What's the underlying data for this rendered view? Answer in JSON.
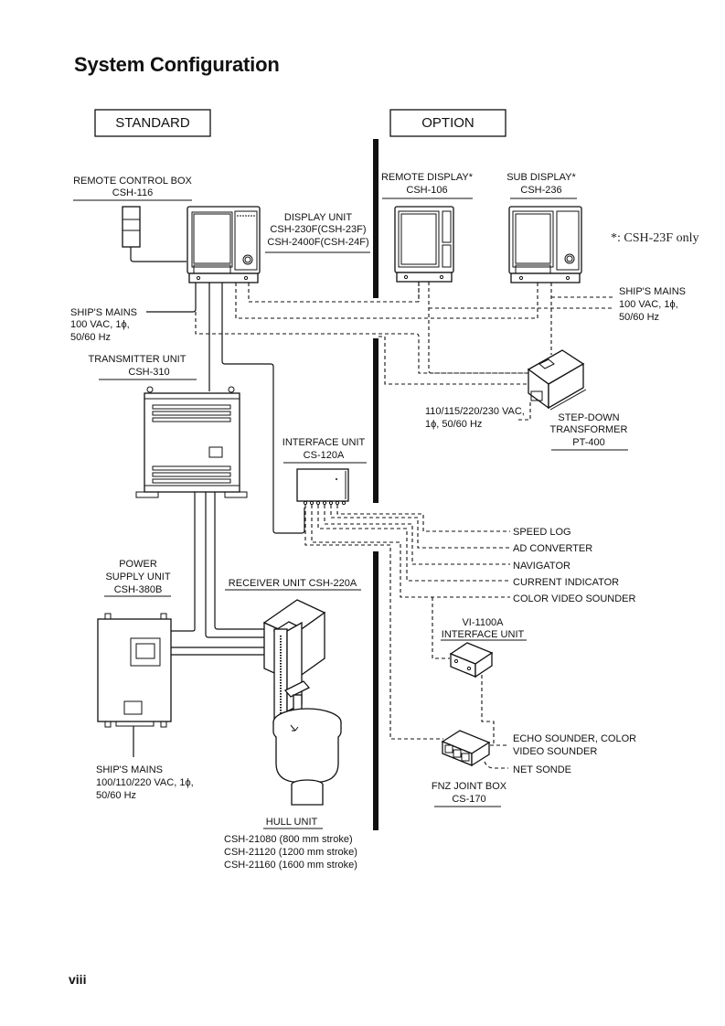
{
  "page": {
    "title": "System Configuration",
    "page_number": "viii"
  },
  "sections": {
    "standard": "STANDARD",
    "option": "OPTION"
  },
  "footnote": "*: CSH-23F only",
  "units": {
    "remote_control_box": {
      "name": "REMOTE CONTROL BOX",
      "model": "CSH-116"
    },
    "display_unit": {
      "name": "DISPLAY UNIT",
      "model_1": "CSH-230F(CSH-23F)",
      "model_2": "CSH-2400F(CSH-24F)"
    },
    "remote_display": {
      "name": "REMOTE DISPLAY*",
      "model": "CSH-106"
    },
    "sub_display": {
      "name": "SUB DISPLAY*",
      "model": "CSH-236"
    },
    "transmitter_unit": {
      "name": "TRANSMITTER UNIT",
      "model": "CSH-310"
    },
    "interface_unit": {
      "name": "INTERFACE UNIT",
      "model": "CS-120A"
    },
    "step_down_transformer": {
      "name_1": "STEP-DOWN",
      "name_2": "TRANSFORMER",
      "model": "PT-400"
    },
    "power_supply_unit": {
      "name_1": "POWER",
      "name_2": "SUPPLY UNIT",
      "model": "CSH-380B"
    },
    "receiver_unit": {
      "name": "RECEIVER UNIT CSH-220A"
    },
    "vi_interface_unit": {
      "model": "VI-1100A",
      "name": "INTERFACE UNIT"
    },
    "fnz_joint_box": {
      "name": "FNZ JOINT BOX",
      "model": "CS-170"
    },
    "hull_unit": {
      "name": "HULL UNIT",
      "models": [
        "CSH-21080 (800 mm stroke)",
        "CSH-21120 (1200 mm stroke)",
        "CSH-21160 (1600 mm stroke)"
      ]
    }
  },
  "power": {
    "display_mains": {
      "line_1": "SHIP'S MAINS",
      "line_2": "100 VAC, 1ϕ,",
      "line_3": "50/60 Hz"
    },
    "option_mains": {
      "line_1": "SHIP'S MAINS",
      "line_2": "100 VAC, 1ϕ,",
      "line_3": "50/60 Hz"
    },
    "transformer_input": {
      "line_1": "110/115/220/230 VAC,",
      "line_2": "1ϕ, 50/60 Hz"
    },
    "psu_mains": {
      "line_1": "SHIP'S MAINS",
      "line_2": "100/110/220 VAC, 1ϕ,",
      "line_3": "50/60 Hz"
    }
  },
  "external_connections": [
    "SPEED LOG",
    "AD CONVERTER",
    "NAVIGATOR",
    "CURRENT INDICATOR",
    "COLOR VIDEO SOUNDER"
  ],
  "fnz_connections": {
    "echo_1": "ECHO SOUNDER, COLOR",
    "echo_2": "VIDEO SOUNDER",
    "net_sonde": "NET SONDE"
  }
}
